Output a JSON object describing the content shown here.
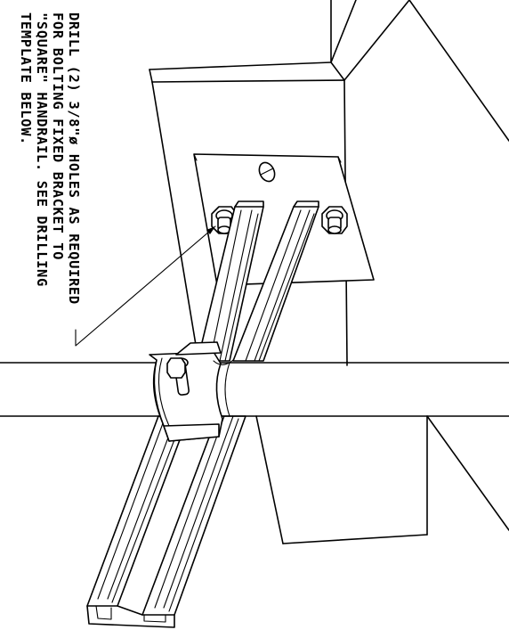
{
  "note": {
    "lines": [
      "DRILL (2) 3/8\"ø HOLES AS REQUIRED",
      "FOR BOLTING FIXED BRACKET TO",
      "\"SQUARE\" HANDRAIL. SEE DRILLING",
      "TEMPLATE BELOW."
    ]
  }
}
